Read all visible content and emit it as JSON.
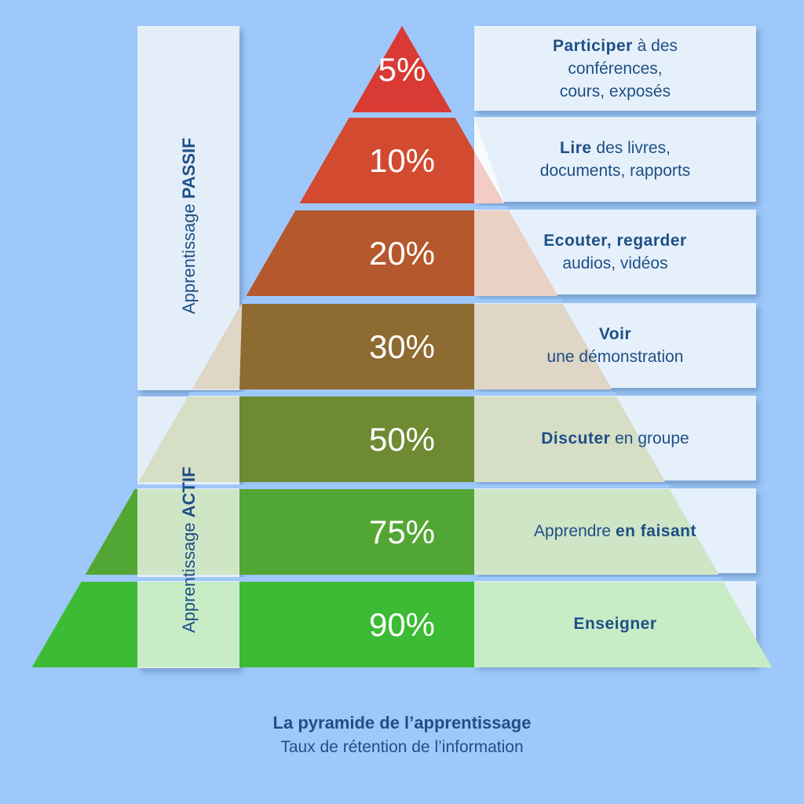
{
  "passive_label": {
    "prefix": "Apprentissage ",
    "emph": "PASSIF"
  },
  "active_label": {
    "prefix": "Apprentissage ",
    "emph": "ACTIF"
  },
  "levels": [
    {
      "percent": "5%",
      "lines": [
        [
          {
            "t": "Participer",
            "b": true
          },
          {
            "t": " à des",
            "b": false
          }
        ],
        [
          {
            "t": "conférences,",
            "b": false
          }
        ],
        [
          {
            "t": "cours, exposés",
            "b": false
          }
        ]
      ]
    },
    {
      "percent": "10%",
      "lines": [
        [
          {
            "t": "Lire",
            "b": true
          },
          {
            "t": " des livres,",
            "b": false
          }
        ],
        [
          {
            "t": "documents, rapports",
            "b": false
          }
        ]
      ]
    },
    {
      "percent": "20%",
      "lines": [
        [
          {
            "t": "Ecouter, regarder",
            "b": true
          }
        ],
        [
          {
            "t": "audios, vidéos",
            "b": false
          }
        ]
      ]
    },
    {
      "percent": "30%",
      "lines": [
        [
          {
            "t": "Voir",
            "b": true
          }
        ],
        [
          {
            "t": "une démonstration",
            "b": false
          }
        ]
      ]
    },
    {
      "percent": "50%",
      "lines": [
        [
          {
            "t": "Discuter",
            "b": true
          },
          {
            "t": " en groupe",
            "b": false
          }
        ]
      ]
    },
    {
      "percent": "75%",
      "lines": [
        [
          {
            "t": "Apprendre ",
            "b": false
          },
          {
            "t": "en faisant",
            "b": true
          }
        ]
      ]
    },
    {
      "percent": "90%",
      "lines": [
        [
          {
            "t": "Enseigner",
            "b": true
          }
        ]
      ]
    }
  ],
  "caption": {
    "title": "La pyramide de l’apprentissage",
    "subtitle": "Taux de rétention de l’information"
  },
  "colors": {
    "background": "#9ec8fa",
    "text": "#1e4f86",
    "bands": [
      "#d93a34",
      "#d24a30",
      "#b6582d",
      "#8d6b31",
      "#6e8a33",
      "#52a633",
      "#3cbb34"
    ]
  }
}
